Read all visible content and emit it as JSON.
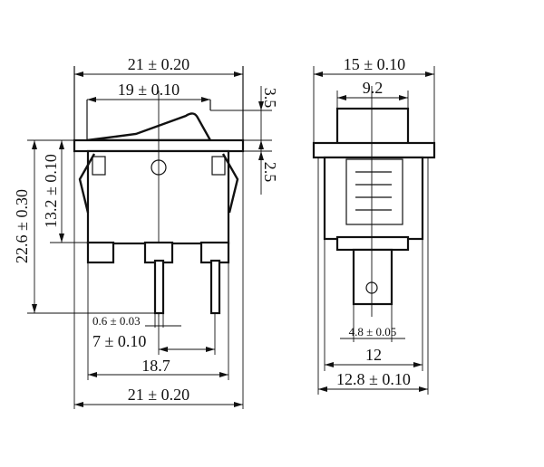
{
  "front_view": {
    "overall_width_top": "21 ± 0.20",
    "rocker_width": "19 ± 0.10",
    "rocker_height": "3.5",
    "flange_thickness": "2.5",
    "overall_height": "22.6 ± 0.30",
    "body_height": "13.2 ± 0.10",
    "terminal_thickness": "0.6 ± 0.03",
    "terminal_pitch": "7 ± 0.10",
    "outer_terminal_span": "18.7",
    "overall_width_bottom": "21 ± 0.20"
  },
  "side_view": {
    "overall_width_top": "15 ± 0.10",
    "rocker_width": "9.2",
    "terminal_width": "4.8 ± 0.05",
    "body_width": "12",
    "mounting_width": "12.8 ± 0.10"
  }
}
